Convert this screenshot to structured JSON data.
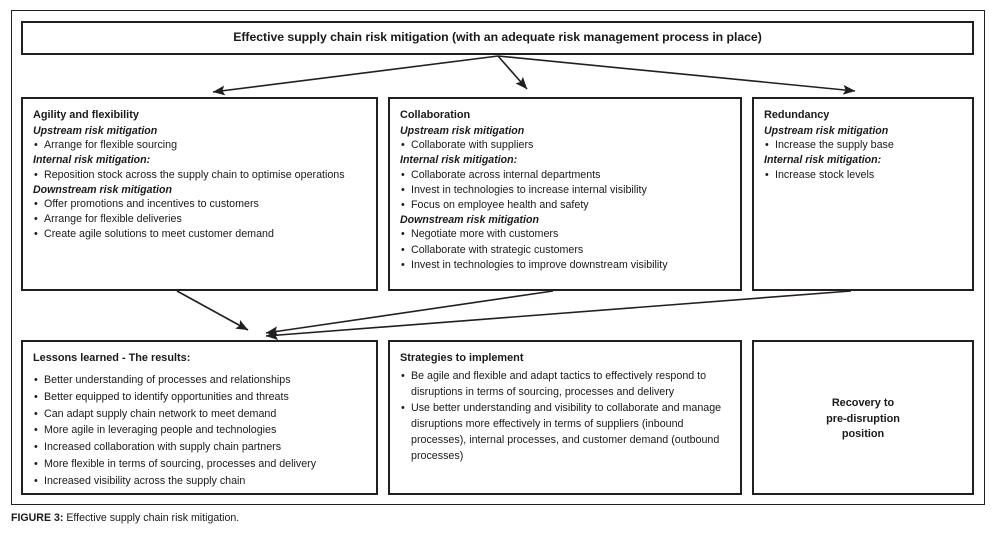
{
  "figure": {
    "caption_label": "FIGURE 3:",
    "caption_text": " Effective supply chain risk mitigation."
  },
  "title_box": {
    "text": "Effective supply chain risk mitigation (with an adequate risk management process in place)"
  },
  "colors": {
    "line": "#231f20",
    "text": "#1a1a1a",
    "background": "#ffffff"
  },
  "middle_row": {
    "agility": {
      "heading": "Agility and flexibility",
      "sections": [
        {
          "subheading": "Upstream risk mitigation",
          "bullets": [
            "Arrange for flexible sourcing"
          ]
        },
        {
          "subheading": "Internal risk mitigation:",
          "bullets": [
            "Reposition stock across the supply chain to optimise operations"
          ]
        },
        {
          "subheading": "Downstream risk mitigation",
          "bullets": [
            "Offer promotions and incentives to customers",
            "Arrange for flexible deliveries",
            "Create agile solutions to meet customer demand"
          ]
        }
      ]
    },
    "collaboration": {
      "heading": "Collaboration",
      "sections": [
        {
          "subheading": "Upstream risk mitigation",
          "bullets": [
            "Collaborate with suppliers"
          ]
        },
        {
          "subheading": "Internal risk mitigation:",
          "bullets": [
            "Collaborate across internal departments",
            "Invest in technologies to increase internal visibility",
            "Focus on employee health and safety"
          ]
        },
        {
          "subheading": "Downstream risk mitigation",
          "bullets": [
            "Negotiate more with customers",
            "Collaborate with strategic customers",
            "Invest in technologies to improve downstream visibility"
          ]
        }
      ]
    },
    "redundancy": {
      "heading": "Redundancy",
      "sections": [
        {
          "subheading": "Upstream risk mitigation",
          "bullets": [
            "Increase the supply base"
          ]
        },
        {
          "subheading": "Internal risk mitigation:",
          "bullets": [
            "Increase stock levels"
          ]
        }
      ]
    }
  },
  "bottom_row": {
    "lessons": {
      "heading": "Lessons learned - The results:",
      "bullets": [
        "Better understanding of processes and relationships",
        "Better equipped to identify opportunities and threats",
        "Can adapt supply chain network to meet demand",
        "More agile in leveraging people and technologies",
        "Increased collaboration with supply chain partners",
        "More flexible in terms of sourcing, processes and delivery",
        "Increased visibility across the supply chain"
      ]
    },
    "strategies": {
      "heading": "Strategies to implement",
      "bullets": [
        "Be agile and flexible and adapt tactics to effectively respond to disruptions in terms of sourcing, processes and delivery",
        "Use better understanding and visibility to collaborate and manage disruptions more effectively in terms of suppliers (inbound processes), internal processes, and customer demand (outbound processes)"
      ]
    },
    "recovery": {
      "line1": "Recovery to",
      "line2": "pre-disruption",
      "line3": "position"
    }
  },
  "connectors": [
    {
      "name": "title-to-agility",
      "from": "title_box",
      "to": "agility"
    },
    {
      "name": "title-to-collaboration",
      "from": "title_box",
      "to": "collaboration"
    },
    {
      "name": "title-to-redundancy",
      "from": "title_box",
      "to": "redundancy"
    },
    {
      "name": "agility-to-lessons",
      "from": "agility",
      "to": "lessons"
    },
    {
      "name": "collaboration-to-lessons",
      "from": "collaboration",
      "to": "lessons"
    },
    {
      "name": "redundancy-to-lessons",
      "from": "redundancy",
      "to": "lessons"
    }
  ]
}
